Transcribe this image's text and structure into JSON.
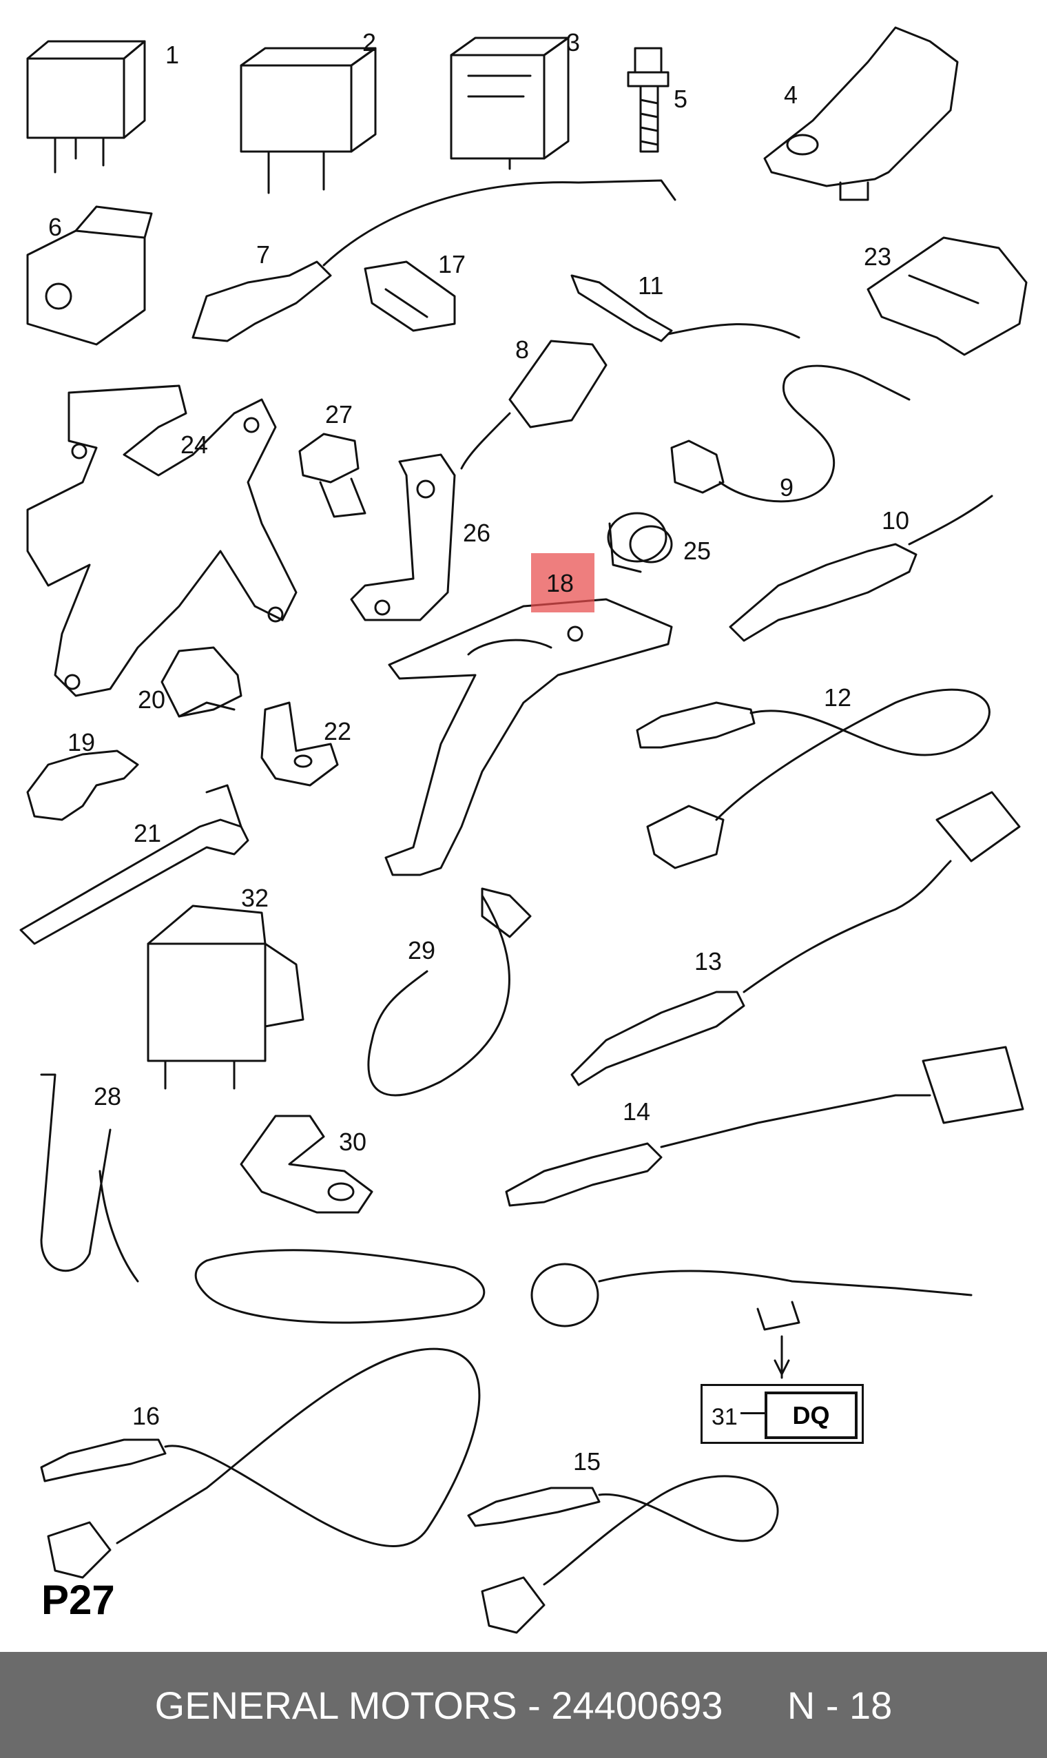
{
  "diagram": {
    "page_code": "P27",
    "highlighted_part": "18",
    "callouts": [
      "1",
      "2",
      "3",
      "4",
      "5",
      "6",
      "7",
      "8",
      "9",
      "10",
      "11",
      "12",
      "13",
      "14",
      "15",
      "16",
      "17",
      "18",
      "19",
      "20",
      "21",
      "22",
      "23",
      "24",
      "25",
      "26",
      "27",
      "28",
      "29",
      "30",
      "32"
    ],
    "legend_box": {
      "number": "31",
      "code": "DQ"
    }
  },
  "footer": {
    "brand": "GENERAL MOTORS",
    "separator": " - ",
    "part_number": "24400693",
    "position_label": "N - 18"
  },
  "colors": {
    "highlight": "#e84c4c",
    "footer_bg": "#6b6b6b",
    "footer_text": "#ffffff",
    "line": "#111111"
  }
}
